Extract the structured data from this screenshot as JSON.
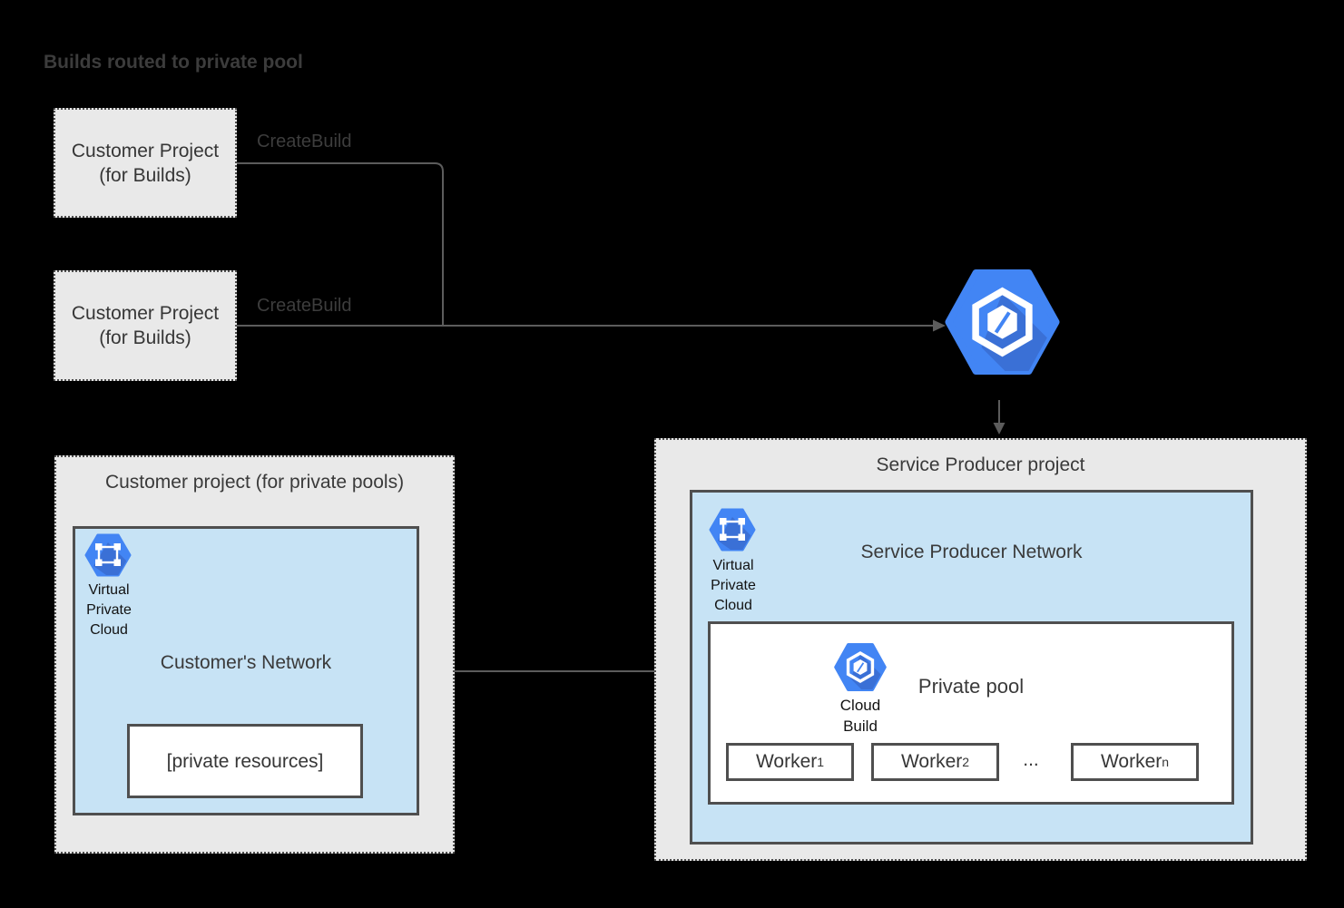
{
  "title": "Builds routed to private pool",
  "colors": {
    "background": "#000000",
    "accent_blue": "#4285f4",
    "accent_blue_shadow": "#3a70d6",
    "project_fill": "#e9e9e9",
    "network_fill": "#c7e3f5",
    "box_border": "#4f4f4f",
    "connector": "#5c5c5c"
  },
  "build_projects": [
    {
      "line1": "Customer Project",
      "line2": "(for Builds)",
      "connector_label": "CreateBuild"
    },
    {
      "line1": "Customer Project",
      "line2": "(for Builds)",
      "connector_label": "CreateBuild"
    }
  ],
  "icons": {
    "vpc_label_lines": [
      "Virtual",
      "Private",
      "Cloud"
    ],
    "cloud_build_label_lines": [
      "Cloud",
      "Build"
    ]
  },
  "customer_project": {
    "title": "Customer project (for private pools)",
    "network_title": "Customer's Network",
    "private_resources_label": "[private resources]"
  },
  "service_project": {
    "title": "Service Producer project",
    "network_title": "Service Producer Network",
    "private_pool": {
      "title": "Private pool",
      "workers": [
        {
          "name": "Worker",
          "sub": "1"
        },
        {
          "name": "Worker",
          "sub": "2"
        },
        {
          "name": "Worker",
          "sub": "n"
        }
      ],
      "ellipsis": "..."
    }
  }
}
